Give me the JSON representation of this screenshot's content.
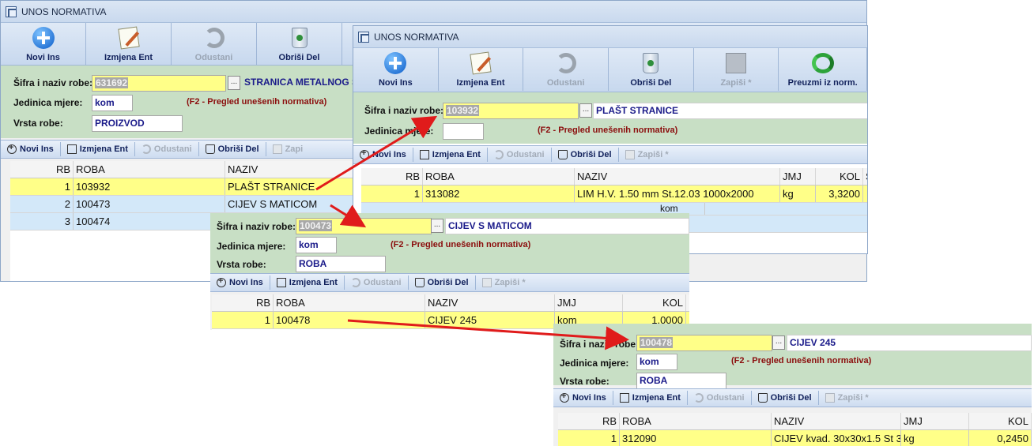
{
  "colors": {
    "row_selected": "#ffff88",
    "row_alt": "#d3e8f9",
    "header_panel": "#c8dfc5",
    "hint": "#8b0d0d",
    "arrow": "#e01b1b"
  },
  "win1": {
    "title": "UNOS NORMATIVA",
    "toolbar": [
      {
        "icon": "plus-circle-icon",
        "label": "Novi Ins",
        "enabled": true
      },
      {
        "icon": "edit-pencil-icon",
        "label": "Izmjena Ent",
        "enabled": true
      },
      {
        "icon": "undo-icon",
        "label": "Odustani",
        "enabled": false
      },
      {
        "icon": "trash-icon",
        "label": "Obriši Del",
        "enabled": true
      }
    ],
    "sifra_label": "Šifra i naziv robe:",
    "sifra_value": "631692",
    "naziv_value": "STRANICA METALNOG S",
    "jedinica_label": "Jedinica mjere:",
    "jedinica_value": "kom",
    "hint": "(F2 - Pregled unešenih normativa)",
    "vrsta_label": "Vrsta robe:",
    "vrsta_value": "PROIZVOD",
    "subtoolbar": [
      {
        "icon": "plus-icon",
        "label": "Novi Ins",
        "enabled": true
      },
      {
        "icon": "edit-icon",
        "label": "Izmjena Ent",
        "enabled": true
      },
      {
        "icon": "undo-icon",
        "label": "Odustani",
        "enabled": false
      },
      {
        "icon": "trash-icon",
        "label": "Obriši Del",
        "enabled": true
      },
      {
        "icon": "save-icon",
        "label": "Zapi",
        "enabled": false
      }
    ],
    "columns": [
      "RB",
      "ROBA",
      "NAZIV"
    ],
    "rows": [
      {
        "rb": "1",
        "roba": "103932",
        "naziv": "PLAŠT STRANICE"
      },
      {
        "rb": "2",
        "roba": "100473",
        "naziv": "CIJEV S MATICOM"
      },
      {
        "rb": "3",
        "roba": "100474",
        "naziv": ""
      }
    ]
  },
  "win2": {
    "title": "UNOS NORMATIVA",
    "toolbar": [
      {
        "icon": "plus-circle-icon",
        "label": "Novi Ins",
        "enabled": true
      },
      {
        "icon": "edit-pencil-icon",
        "label": "Izmjena Ent",
        "enabled": true
      },
      {
        "icon": "undo-icon",
        "label": "Odustani",
        "enabled": false
      },
      {
        "icon": "trash-icon",
        "label": "Obriši Del",
        "enabled": true
      },
      {
        "icon": "save-icon",
        "label": "Zapiši *",
        "enabled": false
      },
      {
        "icon": "refresh-icon",
        "label": "Preuzmi iz norm.",
        "enabled": true
      }
    ],
    "sifra_label": "Šifra i naziv robe:",
    "sifra_value": "103932",
    "naziv_value": "PLAŠT STRANICE",
    "jedinica_label": "Jedinica mjere:",
    "jedinica_value": "",
    "hint": "(F2 - Pregled unešenih normativa)",
    "subtoolbar": [
      {
        "icon": "plus-icon",
        "label": "Novi Ins",
        "enabled": true
      },
      {
        "icon": "edit-icon",
        "label": "Izmjena Ent",
        "enabled": true
      },
      {
        "icon": "undo-icon",
        "label": "Odustani",
        "enabled": false
      },
      {
        "icon": "trash-icon",
        "label": "Obriši Del",
        "enabled": true
      },
      {
        "icon": "save-icon",
        "label": "Zapiši *",
        "enabled": false
      }
    ],
    "columns": [
      "RB",
      "ROBA",
      "NAZIV",
      "JMJ",
      "KOL",
      "S"
    ],
    "rows": [
      {
        "rb": "1",
        "roba": "313082",
        "naziv": "LIM  H.V. 1.50 mm St.12.03 1000x2000",
        "jmj": "kg",
        "kol": "3,3200"
      }
    ],
    "ghost_jmj": "kom"
  },
  "win3": {
    "sifra_label": "Šifra i naziv robe:",
    "sifra_value": "100473",
    "naziv_value": "CIJEV S MATICOM",
    "jedinica_label": "Jedinica mjere:",
    "jedinica_value": "kom",
    "hint": "(F2 - Pregled unešenih normativa)",
    "vrsta_label": "Vrsta robe:",
    "vrsta_value": "ROBA",
    "subtoolbar": [
      {
        "icon": "plus-icon",
        "label": "Novi Ins",
        "enabled": true
      },
      {
        "icon": "edit-icon",
        "label": "Izmjena Ent",
        "enabled": true
      },
      {
        "icon": "undo-icon",
        "label": "Odustani",
        "enabled": false
      },
      {
        "icon": "trash-icon",
        "label": "Obriši Del",
        "enabled": true
      },
      {
        "icon": "save-icon",
        "label": "Zapiši *",
        "enabled": false
      }
    ],
    "columns": [
      "RB",
      "ROBA",
      "NAZIV",
      "JMJ",
      "KOL"
    ],
    "rows": [
      {
        "rb": "1",
        "roba": "100478",
        "naziv": "CIJEV 245",
        "jmj": "kom",
        "kol": "1,0000"
      }
    ]
  },
  "win4": {
    "sifra_label": "Šifra i naziv robe:",
    "sifra_value": "100478",
    "naziv_value": "CIJEV 245",
    "jedinica_label": "Jedinica mjere:",
    "jedinica_value": "kom",
    "hint": "(F2 - Pregled unešenih normativa)",
    "vrsta_label": "Vrsta robe:",
    "vrsta_value": "ROBA",
    "subtoolbar": [
      {
        "icon": "plus-icon",
        "label": "Novi Ins",
        "enabled": true
      },
      {
        "icon": "edit-icon",
        "label": "Izmjena Ent",
        "enabled": true
      },
      {
        "icon": "undo-icon",
        "label": "Odustani",
        "enabled": false
      },
      {
        "icon": "trash-icon",
        "label": "Obriši Del",
        "enabled": true
      },
      {
        "icon": "save-icon",
        "label": "Zapiši *",
        "enabled": false
      }
    ],
    "columns": [
      "RB",
      "ROBA",
      "NAZIV",
      "JMJ",
      "KOL"
    ],
    "rows": [
      {
        "rb": "1",
        "roba": "312090",
        "naziv": "CIJEV kvad. 30x30x1.5 St 3",
        "jmj": "kg",
        "kol": "0,2450"
      }
    ]
  }
}
